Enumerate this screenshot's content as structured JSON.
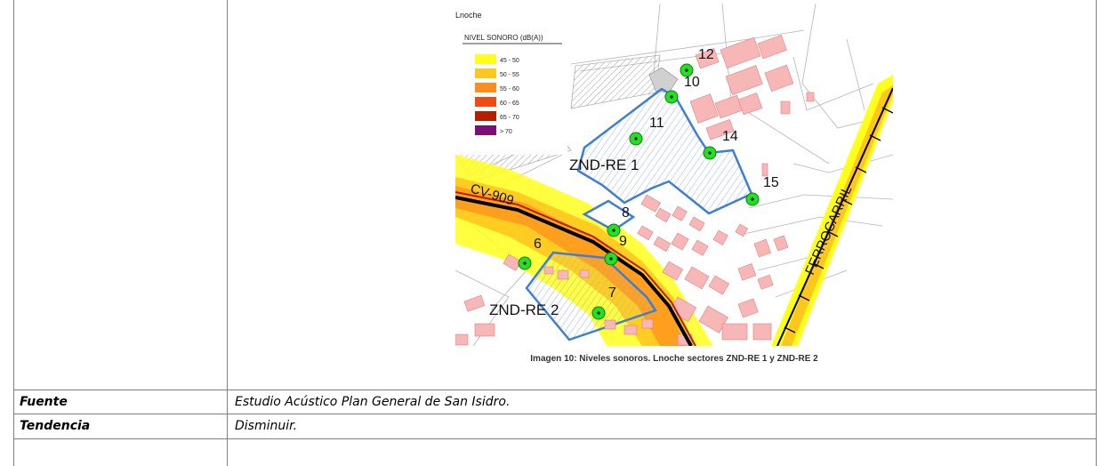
{
  "map": {
    "title": "Lnoche",
    "legend_title": "NIVEL SONORO (dB(A))",
    "legend": [
      {
        "label": "45 - 50",
        "color": "#ffff1e"
      },
      {
        "label": "50 - 55",
        "color": "#ffc71e"
      },
      {
        "label": "55 - 60",
        "color": "#ff8c1e"
      },
      {
        "label": "60 - 65",
        "color": "#f24a14"
      },
      {
        "label": "65 - 70",
        "color": "#b32000"
      },
      {
        "label": "> 70",
        "color": "#7a0f78"
      }
    ],
    "points": [
      "6",
      "7",
      "8",
      "9",
      "10",
      "11",
      "12",
      "14",
      "15"
    ],
    "zone_labels": [
      "ZND-RE 1",
      "ZND-RE 2"
    ],
    "road_label": "CV-909",
    "rail_label": "FERROCARRIL",
    "caption": "Imagen 10: Niveles sonoros. Lnoche sectores ZND-RE 1 y ZND-RE 2"
  },
  "rows": [
    {
      "label": "Fuente",
      "value": "Estudio Acústico Plan General de San Isidro."
    },
    {
      "label": "Tendencia",
      "value": "Disminuir."
    }
  ]
}
